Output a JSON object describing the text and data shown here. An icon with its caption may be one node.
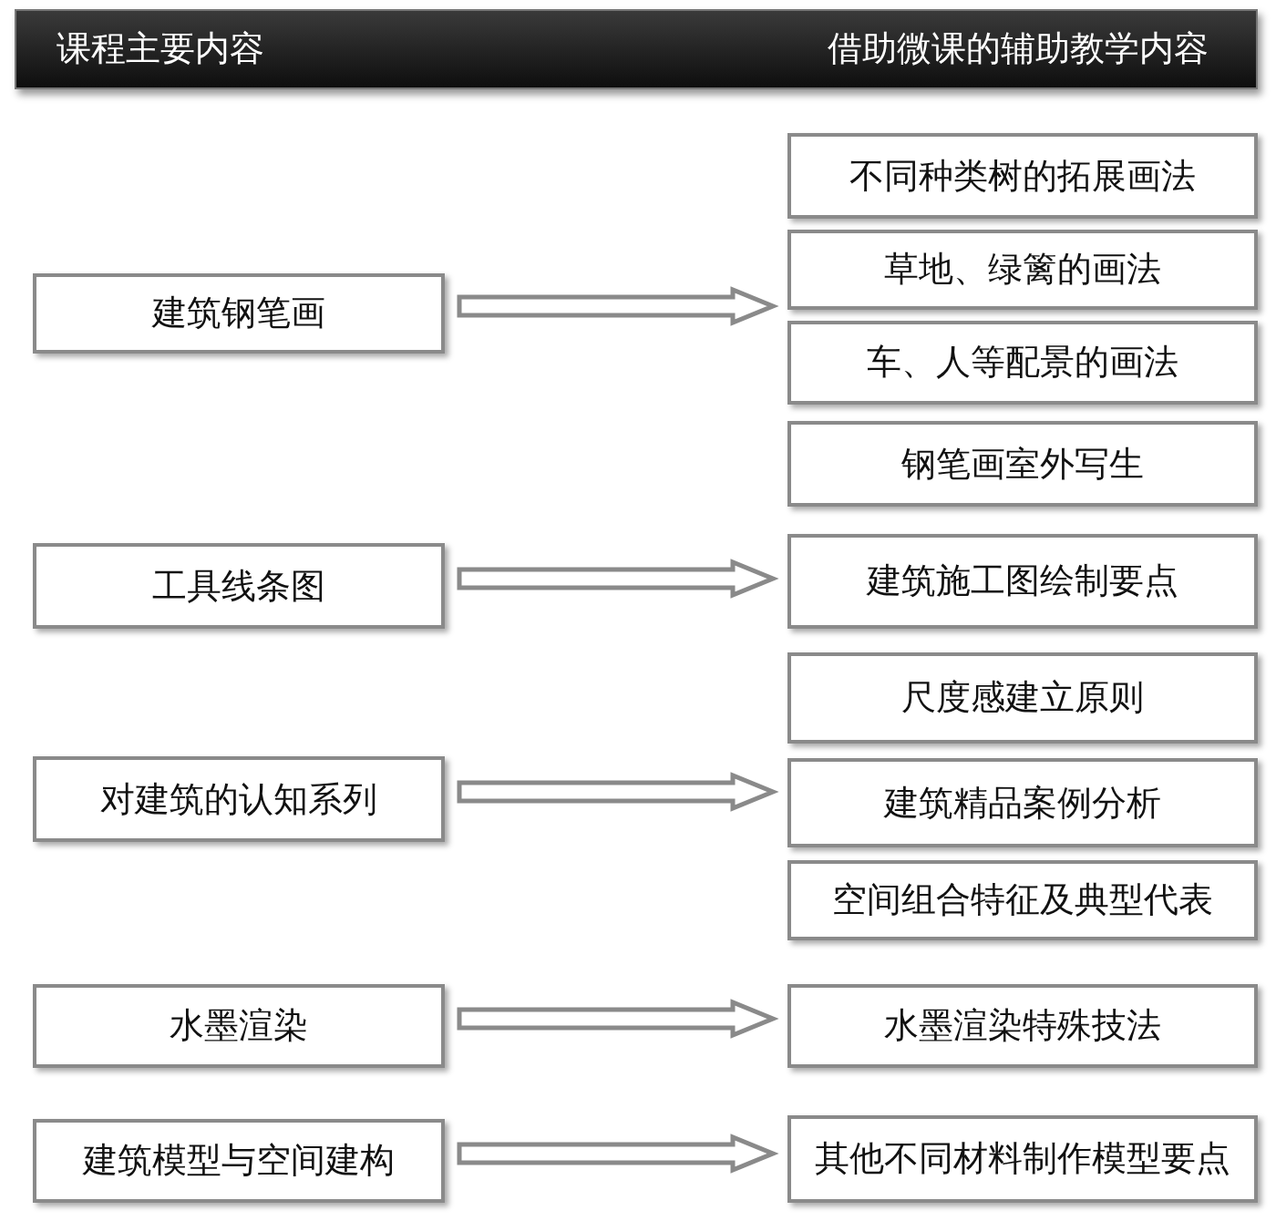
{
  "diagram": {
    "nodes": [
      {
        "text": [
          "课程主要内容",
          "借助微课的辅助教学内容"
        ]
      },
      {
        "text": [
          "建筑钢笔画"
        ]
      },
      {
        "text": [
          "不同种类树的拓展画法"
        ]
      },
      {
        "text": [
          "草地、绿篱的画法"
        ]
      },
      {
        "text": [
          "车、人等配景的画法"
        ]
      },
      {
        "text": [
          "钢笔画室外写生"
        ]
      },
      {
        "text": [
          "工具线条图"
        ]
      },
      {
        "text": [
          "建筑施工图绘制要点"
        ]
      },
      {
        "text": [
          "对建筑的认知系列"
        ]
      },
      {
        "text": [
          "尺度感建立原则"
        ]
      },
      {
        "text": [
          "建筑精品案例分析"
        ]
      },
      {
        "text": [
          "空间组合特征及典型代表"
        ]
      },
      {
        "text": [
          "水墨渲染"
        ]
      },
      {
        "text": [
          "水墨渲染特殊技法"
        ]
      },
      {
        "text": [
          "建筑模型与空间建构"
        ]
      },
      {
        "text": [
          "其他不同材料制作模型要点"
        ]
      }
    ],
    "edges": [
      {
        "from": 1,
        "to": 3,
        "arrow": "to"
      },
      {
        "from": 6,
        "to": 7,
        "arrow": "to"
      },
      {
        "from": 8,
        "to": 10,
        "arrow": "to"
      },
      {
        "from": 12,
        "to": 13,
        "arrow": "to"
      },
      {
        "from": 14,
        "to": 15,
        "arrow": "to"
      }
    ]
  }
}
